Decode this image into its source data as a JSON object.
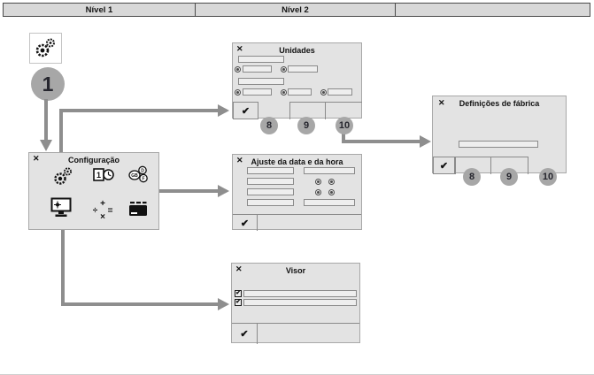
{
  "header": {
    "columns": [
      "Nível 1",
      "Nível 2",
      ""
    ]
  },
  "glyphs": {
    "close": "✕",
    "ok": "✔",
    "check": "✔"
  },
  "step_badge": {
    "label": "1"
  },
  "config": {
    "title": "Configuração"
  },
  "unidades": {
    "title": "Unidades",
    "badges": [
      "8",
      "9",
      "10"
    ]
  },
  "ajuste": {
    "title": "Ajuste da data e da hora"
  },
  "visor": {
    "title": "Visor"
  },
  "definicoes": {
    "title": "Definições de fábrica",
    "badges": [
      "8",
      "9",
      "10"
    ]
  },
  "icons": {
    "language": {
      "labels": [
        "GB",
        "D",
        "F"
      ]
    },
    "datetime": {
      "digit": "1"
    },
    "units": {
      "plus": "+",
      "divide": "÷",
      "times": "×",
      "equals": "="
    }
  },
  "colors": {
    "window_bg": "#e3e3e3",
    "window_border": "#a8a8a8",
    "header_bg": "#d8d8d8",
    "arrow": "#8e8e8e",
    "badge_bg": "#a7a7a7",
    "field_bg": "#eeeeee"
  }
}
